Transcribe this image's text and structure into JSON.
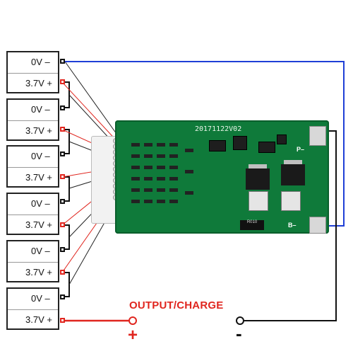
{
  "cells": [
    {
      "top_label": "0V",
      "bottom_label": "3.7V"
    },
    {
      "top_label": "0V",
      "bottom_label": "3.7V"
    },
    {
      "top_label": "0V",
      "bottom_label": "3.7V"
    },
    {
      "top_label": "0V",
      "bottom_label": "3.7V"
    },
    {
      "top_label": "0V",
      "bottom_label": "3.7V"
    },
    {
      "top_label": "0V",
      "bottom_label": "3.7V"
    }
  ],
  "board": {
    "code": "20171122V02",
    "resistor_code": "R010"
  },
  "output": {
    "label": "OUTPUT/CHARGE",
    "plus": "+",
    "minus": "-"
  },
  "colors": {
    "positive_wire": "#e0261f",
    "negative_wire": "#1f3fd6",
    "pcb": "#0f7a3a"
  }
}
